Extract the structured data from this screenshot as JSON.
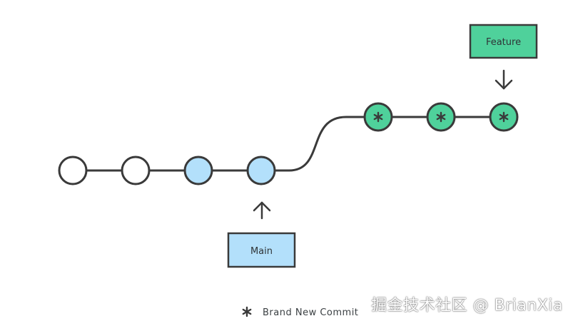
{
  "branches": {
    "main": {
      "label": "Main",
      "fill_color": "#b3e0fb"
    },
    "feature": {
      "label": "Feature",
      "fill_color": "#4fd19b"
    }
  },
  "commits": [
    {
      "branch": "main",
      "state": "old"
    },
    {
      "branch": "main",
      "state": "old"
    },
    {
      "branch": "main",
      "state": "highlighted"
    },
    {
      "branch": "main",
      "state": "highlighted"
    },
    {
      "branch": "feature",
      "state": "new"
    },
    {
      "branch": "feature",
      "state": "new"
    },
    {
      "branch": "feature",
      "state": "new"
    }
  ],
  "legend": {
    "icon": "asterisk-icon",
    "label": "Brand New Commit"
  },
  "watermark": {
    "text": "掘金技术社区 @ BrianXia"
  },
  "colors": {
    "stroke": "#3a3a3a",
    "old_commit_fill": "#ffffff"
  }
}
